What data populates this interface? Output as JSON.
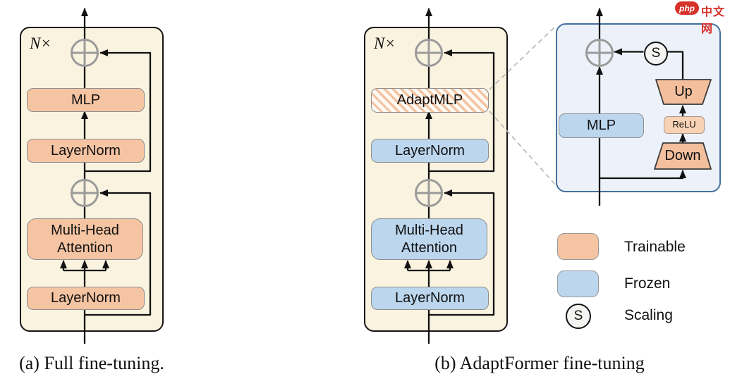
{
  "watermark": {
    "badge_label": "php",
    "site_name": "中文网"
  },
  "diagram_a": {
    "repeat_label": "N×",
    "mlp_label": "MLP",
    "layernorm_top_label": "LayerNorm",
    "attention_label": "Multi-Head Attention",
    "layernorm_bottom_label": "LayerNorm",
    "caption": "(a) Full fine-tuning."
  },
  "diagram_b": {
    "repeat_label": "N×",
    "adaptmlp_label": "AdaptMLP",
    "layernorm_top_label": "LayerNorm",
    "attention_label": "Multi-Head Attention",
    "layernorm_bottom_label": "LayerNorm",
    "caption": "(b) AdaptFormer fine-tuning"
  },
  "adapter_detail": {
    "mlp_label": "MLP",
    "up_label": "Up",
    "relu_label": "ReLU",
    "down_label": "Down",
    "scaling_symbol": "S"
  },
  "legend": {
    "trainable_label": "Trainable",
    "frozen_label": "Frozen",
    "scaling_label": "Scaling",
    "scaling_symbol": "S"
  },
  "colors": {
    "trainable_fill": "#F5C4A2",
    "frozen_fill": "#BCD6EE",
    "container_bg": "#FAF3E0",
    "container_border": "#151515",
    "panel_bg": "#EDF2FA",
    "panel_border": "#44719F",
    "plus_circle_gray": "#9B9B9B",
    "watermark_red": "#D6322A"
  }
}
